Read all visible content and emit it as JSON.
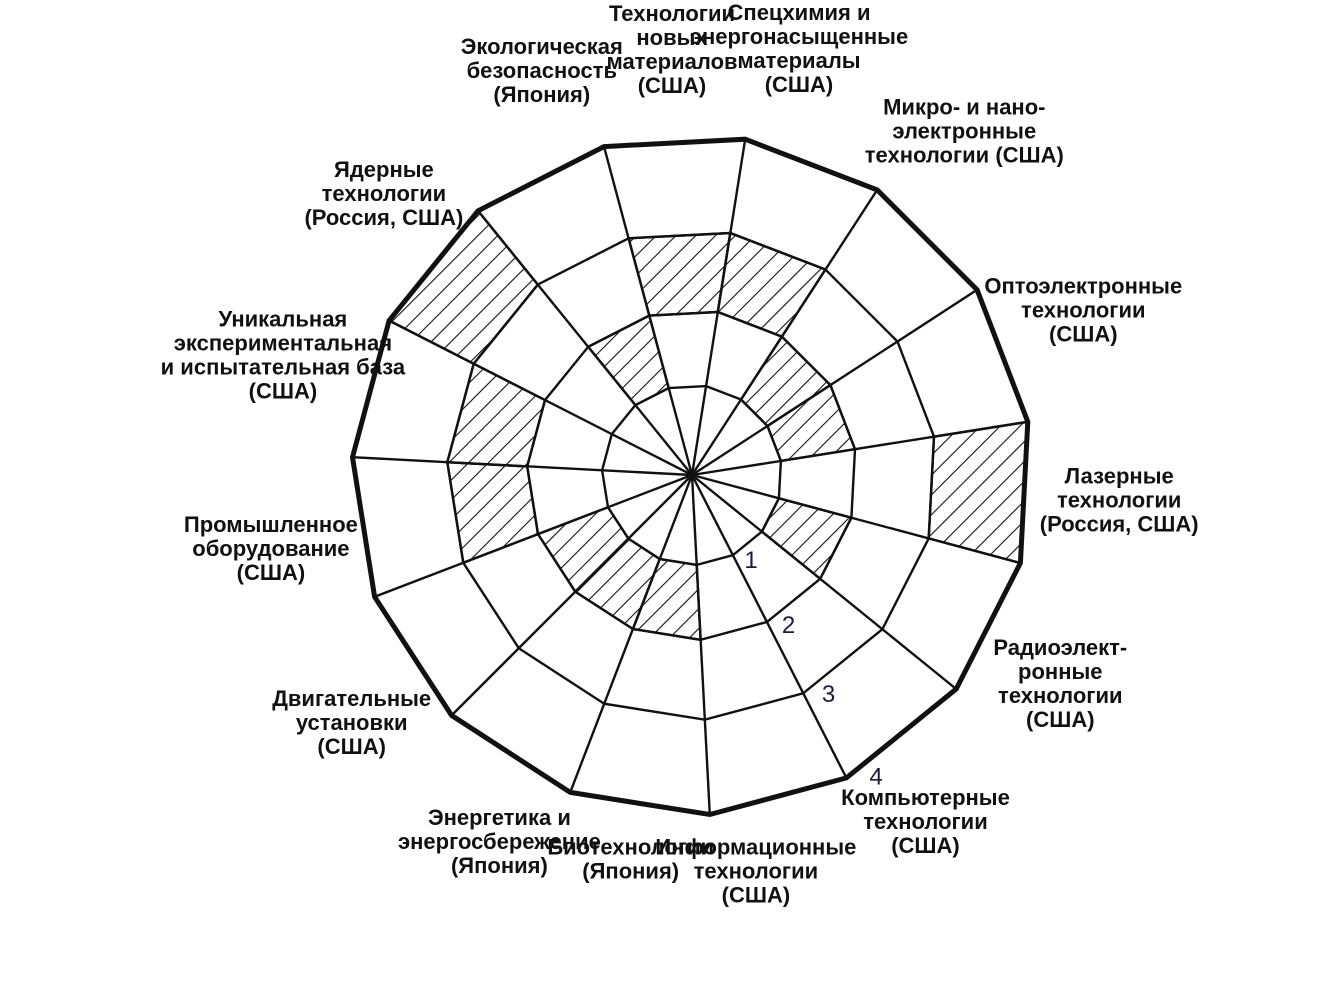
{
  "chart_data": {
    "type": "radar",
    "levels": [
      "1",
      "2",
      "3",
      "4"
    ],
    "categories": [
      {
        "label": [
          "Технологии",
          "новых",
          "материалов",
          "(США)"
        ],
        "level": 3
      },
      {
        "label": [
          "Спецхимия и",
          "энергонасыщенные",
          "материалы",
          "(США)"
        ],
        "level": 3
      },
      {
        "label": [
          "Микро- и нано-",
          "электронные",
          "технологии (США)"
        ],
        "level": 2
      },
      {
        "label": [
          "Оптоэлектронные",
          "технологии",
          "(США)"
        ],
        "level": 2
      },
      {
        "label": [
          "Лазерные",
          "технологии",
          "(Россия, США)"
        ],
        "level": 4
      },
      {
        "label": [
          "Радиоэлект-",
          "ронные",
          "технологии",
          "(США)"
        ],
        "level": 2
      },
      {
        "label": [
          "Компьютерные",
          "технологии",
          "(США)"
        ],
        "level": 1
      },
      {
        "label": [
          "Информационные",
          "технологии",
          "(США)"
        ],
        "level": 1
      },
      {
        "label": [
          "Биотехнологии",
          "(Япония)"
        ],
        "level": 2
      },
      {
        "label": [
          "Энергетика и",
          "энергосбережение",
          "(Япония)"
        ],
        "level": 2
      },
      {
        "label": [
          "Двигательные",
          "установки",
          "(США)"
        ],
        "level": 2
      },
      {
        "label": [
          "Промышленное",
          "оборудование",
          "(США)"
        ],
        "level": 3
      },
      {
        "label": [
          "Уникальная",
          "экспериментальная",
          "и испытательная база",
          "(США)"
        ],
        "level": 3
      },
      {
        "label": [
          "Ядерные",
          "технологии",
          "(Россия, США)"
        ],
        "level": 4
      },
      {
        "label": [
          "Экологическая",
          "безопасность",
          "(Япония)"
        ],
        "level": 2
      }
    ],
    "hatched": true,
    "legend": "none"
  }
}
